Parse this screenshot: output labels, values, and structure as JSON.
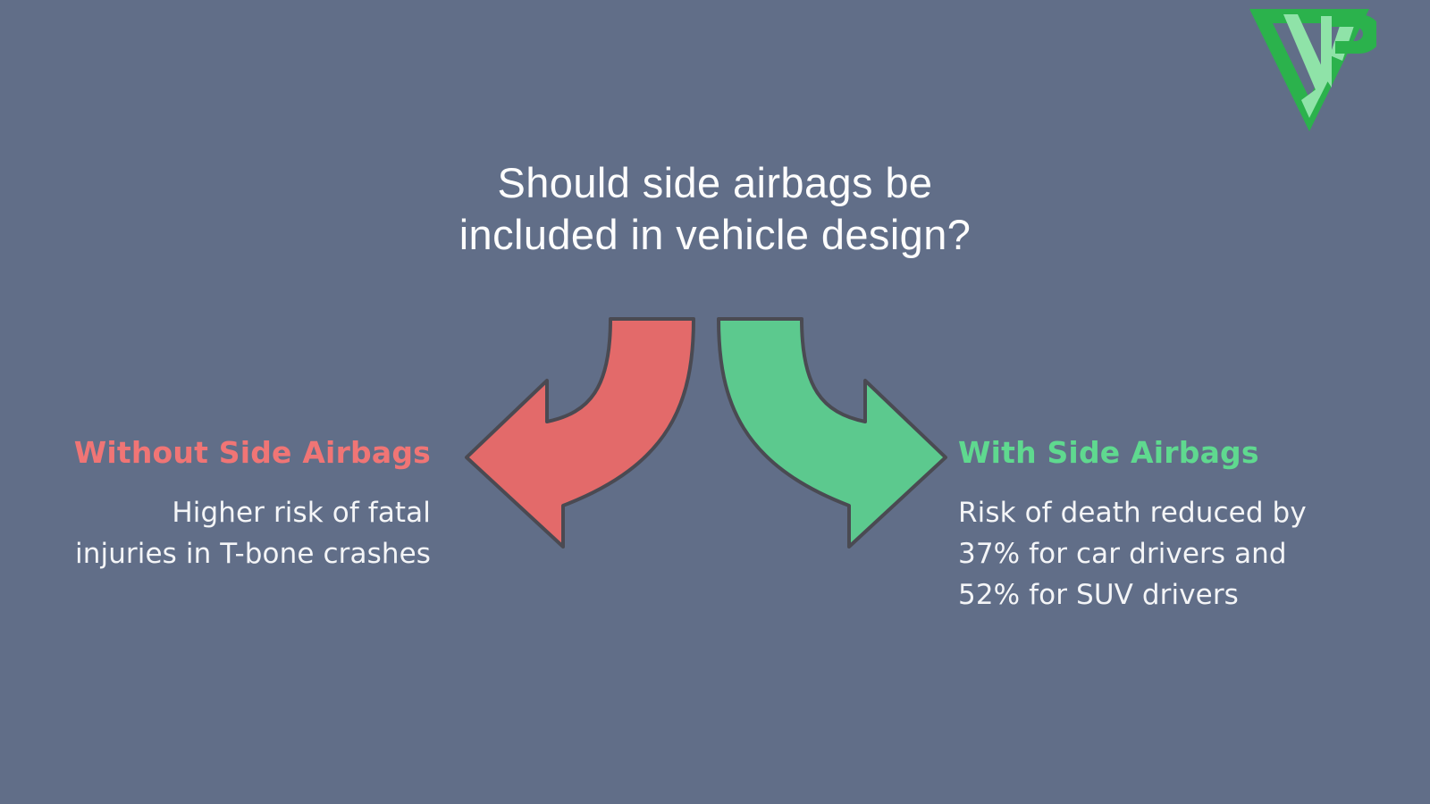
{
  "background_color": "#616e88",
  "logo": {
    "name": "vp-monogram-logo",
    "colors": {
      "outer": "#2bb24c",
      "inner": "#8fe3a8"
    }
  },
  "title": {
    "lines": [
      "Should side airbags be",
      "included in vehicle design?"
    ],
    "color": "#fdfdfd"
  },
  "arrows": {
    "left": {
      "name": "curved-arrow-left-red",
      "direction": "left-down",
      "fill": "#e36a6a",
      "stroke": "#4a4a52"
    },
    "right": {
      "name": "curved-arrow-right-green",
      "direction": "right-down",
      "fill": "#5cc98e",
      "stroke": "#4a4a52"
    }
  },
  "panels": {
    "left": {
      "heading": "Without Side Airbags",
      "heading_color": "#f07575",
      "body_lines": [
        "Higher risk of fatal",
        "injuries in T-bone crashes"
      ]
    },
    "right": {
      "heading": "With Side Airbags",
      "heading_color": "#5fd98f",
      "body_lines": [
        "Risk of death reduced by",
        "37% for car drivers and",
        "52% for SUV drivers"
      ]
    }
  }
}
